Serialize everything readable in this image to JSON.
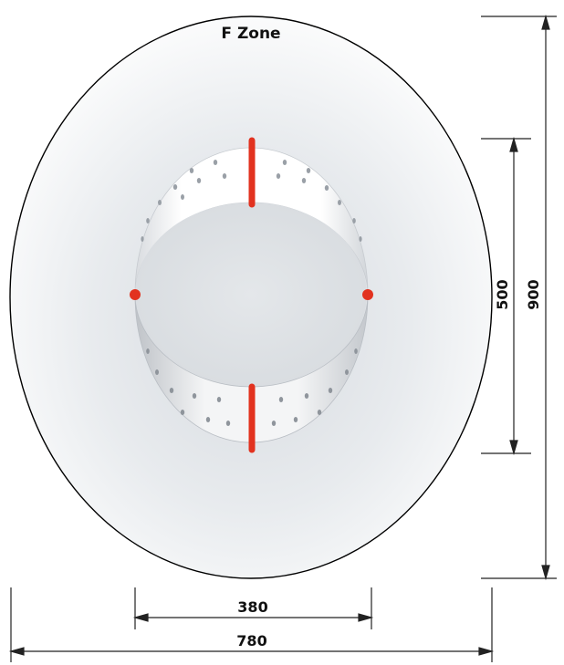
{
  "zone_label": "F Zone",
  "dimensions": {
    "total_height": "900",
    "inner_height": "500",
    "inner_width": "380",
    "total_width": "780"
  },
  "colors": {
    "outline": "#000000",
    "marker": "#e2321f",
    "zone_fill": "#e9ecef",
    "ring": "#f7f8f9",
    "ring_shadow": "#c9cdd2",
    "dimension_line": "#222222"
  }
}
